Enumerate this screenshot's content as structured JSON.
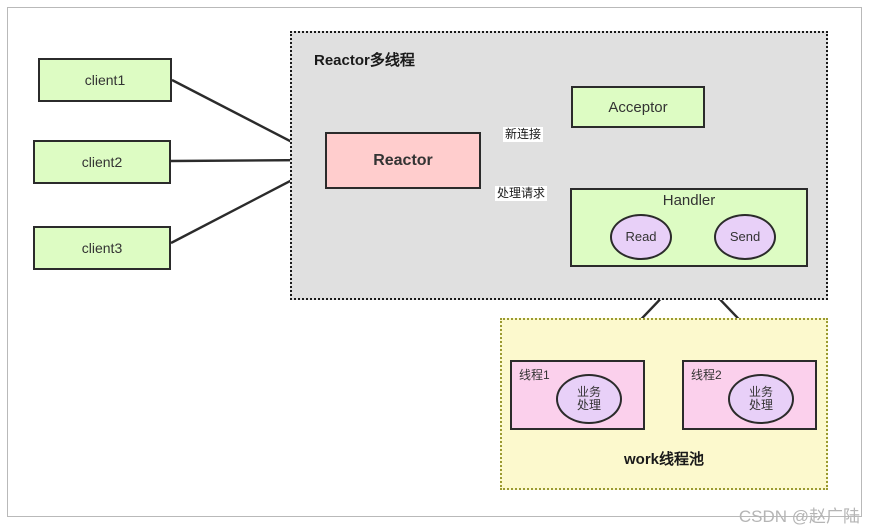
{
  "diagram": {
    "clients": [
      {
        "id": "client1",
        "label": "client1"
      },
      {
        "id": "client2",
        "label": "client2"
      },
      {
        "id": "client3",
        "label": "client3"
      }
    ],
    "reactor_container": {
      "title": "Reactor多线程",
      "fill_color": "#e0e0e0",
      "border_style": "dotted",
      "border_color": "#1a1a1a"
    },
    "reactor_node": {
      "label": "Reactor",
      "fill_color": "#ffcdcd"
    },
    "acceptor_node": {
      "label": "Acceptor",
      "fill_color": "#ddfcc3"
    },
    "handler_node": {
      "label": "Handler",
      "fill_color": "#ddfcc3",
      "operations": [
        {
          "id": "read",
          "label": "Read",
          "fill_color": "#e8d0f8"
        },
        {
          "id": "send",
          "label": "Send",
          "fill_color": "#e8d0f8"
        }
      ]
    },
    "edge_labels": {
      "new_connection": "新连接",
      "handle_request": "处理请求"
    },
    "worker_pool": {
      "title": "work线程池",
      "fill_color": "#fcf9cd",
      "border_color": "#9a9a30",
      "threads": [
        {
          "id": "thread1",
          "label": "线程1",
          "task_label": "业务\n处理",
          "task_line1": "业务",
          "task_line2": "处理"
        },
        {
          "id": "thread2",
          "label": "线程2",
          "task_label": "业务\n处理",
          "task_line1": "业务",
          "task_line2": "处理"
        }
      ]
    },
    "node_border_color": "#2b2b2b",
    "client_fill_color": "#ddfcc3"
  },
  "watermark": {
    "text": "CSDN @赵广陆"
  }
}
